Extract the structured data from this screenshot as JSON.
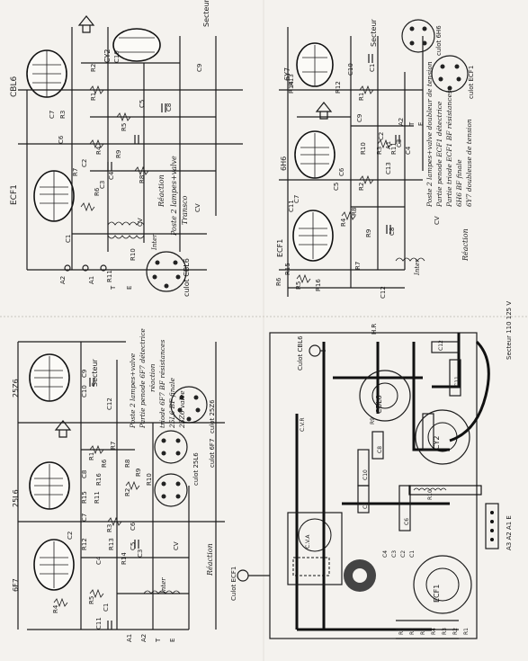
{
  "colors": {
    "paper": "#f4f2ee",
    "ink": "#1c1c1c"
  },
  "q1": {
    "caption": [
      "Poste 2 lampes+valve",
      "Transco"
    ],
    "tubes": [
      "ECF1",
      "CBL6",
      "CY2"
    ],
    "labels": [
      "Secteur",
      "Réaction",
      "culot CBL6",
      "Inter",
      "CV",
      "CV"
    ],
    "parts": [
      "R1",
      "R2",
      "R3",
      "R4",
      "R5",
      "R6",
      "R7",
      "R8",
      "R9",
      "R10",
      "R11",
      "C1",
      "C2",
      "C3",
      "C4",
      "C5",
      "C6",
      "C7",
      "C8",
      "C9",
      "C10",
      "A1",
      "A2",
      "T",
      "E"
    ]
  },
  "q2": {
    "caption": [
      "Poste 2 lampes+valve doubleur de tension",
      "Partie penode ECF1 détectrice",
      "Partie triode ECF1 BF résistances",
      "6H6 BF finale",
      "6Y7 doubleuse de tension"
    ],
    "tubes": [
      "ECF1",
      "6H6",
      "6Y7"
    ],
    "labels": [
      "Secteur",
      "culot 6H6",
      "culot ECF1",
      "Réaction",
      "Inter",
      "CV"
    ],
    "parts": [
      "R1",
      "R2",
      "R3",
      "R4",
      "R5",
      "R6",
      "R7",
      "R8",
      "R9",
      "R10",
      "R11",
      "R12",
      "R13",
      "R14",
      "R15",
      "R16",
      "C1",
      "C2",
      "C3",
      "C4",
      "C5",
      "C6",
      "C7",
      "C8",
      "C9",
      "C10",
      "C11",
      "C12",
      "C13",
      "A1",
      "A2",
      "T",
      "E"
    ]
  },
  "q3": {
    "caption": [
      "Poste 2 lampes+valve",
      "Partie penode 6F7 détectrice",
      "réaction",
      "triode 6F7 BF résistances",
      "25L6 BF finale",
      "25Z6 valve"
    ],
    "tubes": [
      "6F7",
      "25L6",
      "25Z6"
    ],
    "labels": [
      "Secteur",
      "culot 25Z6",
      "culot 25L6",
      "culot 6F7",
      "Réaction",
      "Inter",
      "CV"
    ],
    "parts": [
      "R1",
      "R2",
      "R3",
      "R4",
      "R5",
      "R6",
      "R7",
      "R8",
      "R9",
      "R10",
      "R11",
      "R12",
      "R13",
      "R14",
      "R15",
      "R16",
      "C1",
      "C2",
      "C3",
      "C4",
      "C5",
      "C6",
      "C7",
      "C8",
      "C9",
      "C10",
      "C11",
      "C12",
      "A1",
      "A2",
      "T",
      "E"
    ]
  },
  "q4": {
    "labels": [
      "Secteur 110 125 V",
      "Culot CBL6",
      "Culot ECF1",
      "CBL6",
      "CY2",
      "ECF1",
      "A3 A2 A1 E",
      "H.R"
    ],
    "parts": [
      "C12",
      "C11",
      "C10",
      "C8",
      "C6",
      "C5",
      "C4",
      "C3",
      "C2",
      "C1",
      "R10",
      "R9",
      "R7",
      "R6",
      "R5",
      "R4",
      "R3",
      "R2",
      "R1",
      "C.V.R",
      "C.V.A"
    ]
  }
}
